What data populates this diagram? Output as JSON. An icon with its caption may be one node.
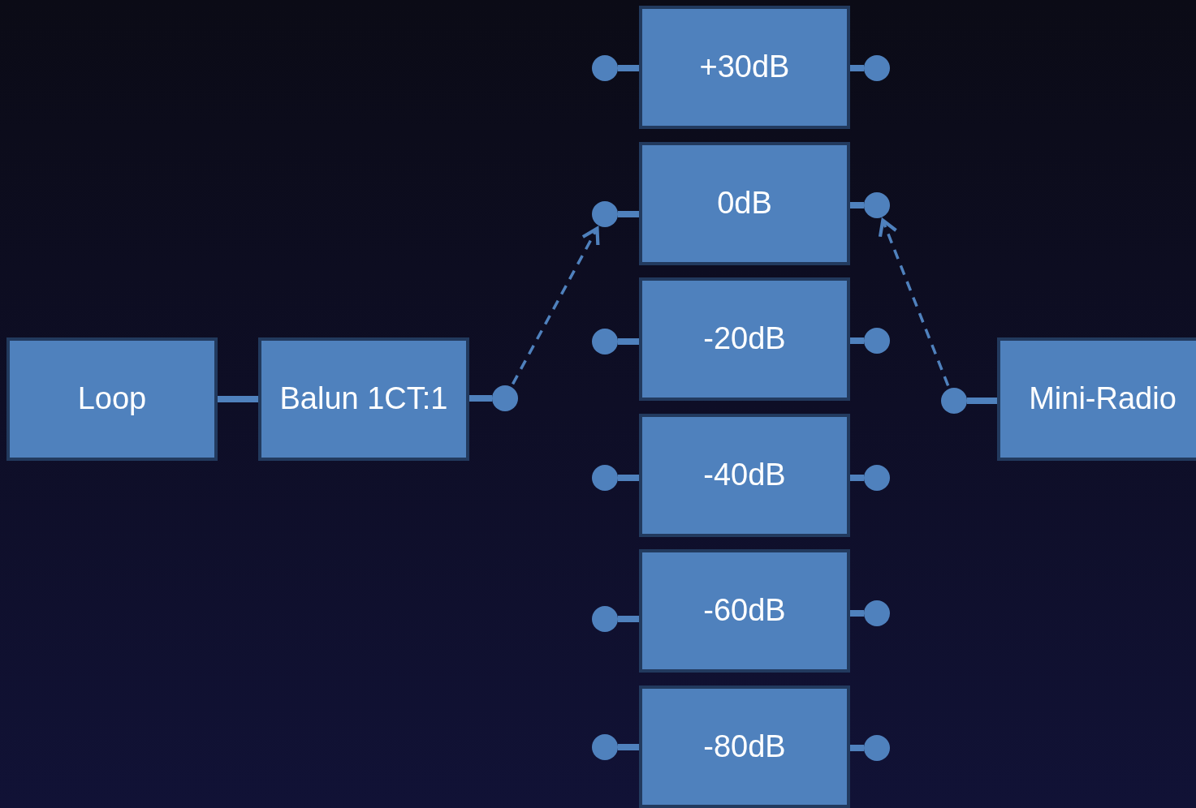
{
  "diagram": {
    "nodes": [
      {
        "text": [
          "Loop"
        ]
      },
      {
        "text": [
          "Balun 1CT:1"
        ]
      },
      {
        "text": [],
        "shape": "circle"
      },
      {
        "text": [
          "+30dB"
        ]
      },
      {
        "text": [
          "0dB"
        ]
      },
      {
        "text": [
          "-20dB"
        ]
      },
      {
        "text": [
          "-40dB"
        ]
      },
      {
        "text": [
          "-60dB"
        ]
      },
      {
        "text": [
          "-80dB"
        ]
      },
      {
        "text": [],
        "shape": "circle"
      },
      {
        "text": [],
        "shape": "circle"
      },
      {
        "text": [],
        "shape": "circle"
      },
      {
        "text": [],
        "shape": "circle"
      },
      {
        "text": [],
        "shape": "circle"
      },
      {
        "text": [],
        "shape": "circle"
      },
      {
        "text": [],
        "shape": "circle"
      },
      {
        "text": [],
        "shape": "circle"
      },
      {
        "text": [],
        "shape": "circle"
      },
      {
        "text": [],
        "shape": "circle"
      },
      {
        "text": [],
        "shape": "circle"
      },
      {
        "text": [],
        "shape": "circle"
      },
      {
        "text": [],
        "shape": "circle"
      },
      {
        "text": [
          "Mini-Radio"
        ]
      }
    ],
    "edges": [
      {
        "from": 0,
        "to": 1,
        "arrow": "none"
      },
      {
        "from": 1,
        "to": 2,
        "arrow": "none"
      },
      {
        "from": 9,
        "to": 3,
        "arrow": "none"
      },
      {
        "from": 3,
        "to": 10,
        "arrow": "none"
      },
      {
        "from": 11,
        "to": 4,
        "arrow": "none"
      },
      {
        "from": 4,
        "to": 12,
        "arrow": "none"
      },
      {
        "from": 13,
        "to": 5,
        "arrow": "none"
      },
      {
        "from": 5,
        "to": 14,
        "arrow": "none"
      },
      {
        "from": 15,
        "to": 6,
        "arrow": "none"
      },
      {
        "from": 6,
        "to": 16,
        "arrow": "none"
      },
      {
        "from": 17,
        "to": 7,
        "arrow": "none"
      },
      {
        "from": 7,
        "to": 18,
        "arrow": "none"
      },
      {
        "from": 19,
        "to": 8,
        "arrow": "none"
      },
      {
        "from": 8,
        "to": 20,
        "arrow": "none"
      },
      {
        "from": 2,
        "to": 11,
        "arrow": "to",
        "style": "dashed"
      },
      {
        "from": 21,
        "to": 12,
        "arrow": "to",
        "style": "dashed"
      },
      {
        "from": 21,
        "to": 22,
        "arrow": "none"
      }
    ]
  }
}
